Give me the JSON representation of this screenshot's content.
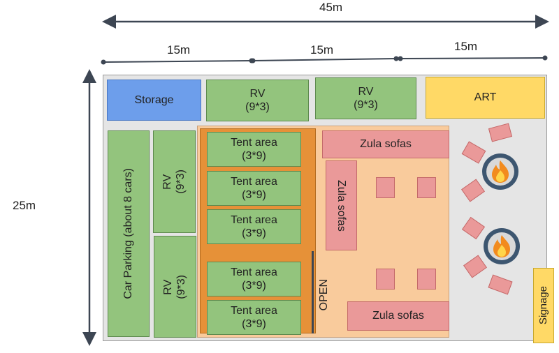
{
  "dimensions": {
    "total_width": "45m",
    "segment_1": "15m",
    "segment_2": "15m",
    "segment_3": "15m",
    "height": "25m"
  },
  "zones": {
    "storage": "Storage",
    "rv_top_1": {
      "name": "RV",
      "size": "(9*3)"
    },
    "rv_top_2": {
      "name": "RV",
      "size": "(9*3)"
    },
    "art": "ART",
    "car_parking": "Car Parking (about 8 cars)",
    "rv_left_1": {
      "name": "RV",
      "size": "(9*3)"
    },
    "rv_left_2": {
      "name": "RV",
      "size": "(9*3)"
    },
    "tents": [
      {
        "name": "Tent area",
        "size": "(3*9)"
      },
      {
        "name": "Tent area",
        "size": "(3*9)"
      },
      {
        "name": "Tent area",
        "size": "(3*9)"
      },
      {
        "name": "Tent area",
        "size": "(3*9)"
      },
      {
        "name": "Tent area",
        "size": "(3*9)"
      }
    ],
    "open": "OPEN",
    "zula_top": "Zula sofas",
    "zula_left": "Zula sofas",
    "zula_bottom": "Zula sofas",
    "signage": "Signage"
  },
  "colors": {
    "green": "#93c47d",
    "blue": "#6d9eeb",
    "yellow": "#ffd966",
    "pink": "#ea9999",
    "orange": "#e69138",
    "peach": "#f9cb9c",
    "ground": "#e5e5e5"
  },
  "icons": [
    "fire-pit-icon",
    "fire-pit-icon"
  ]
}
